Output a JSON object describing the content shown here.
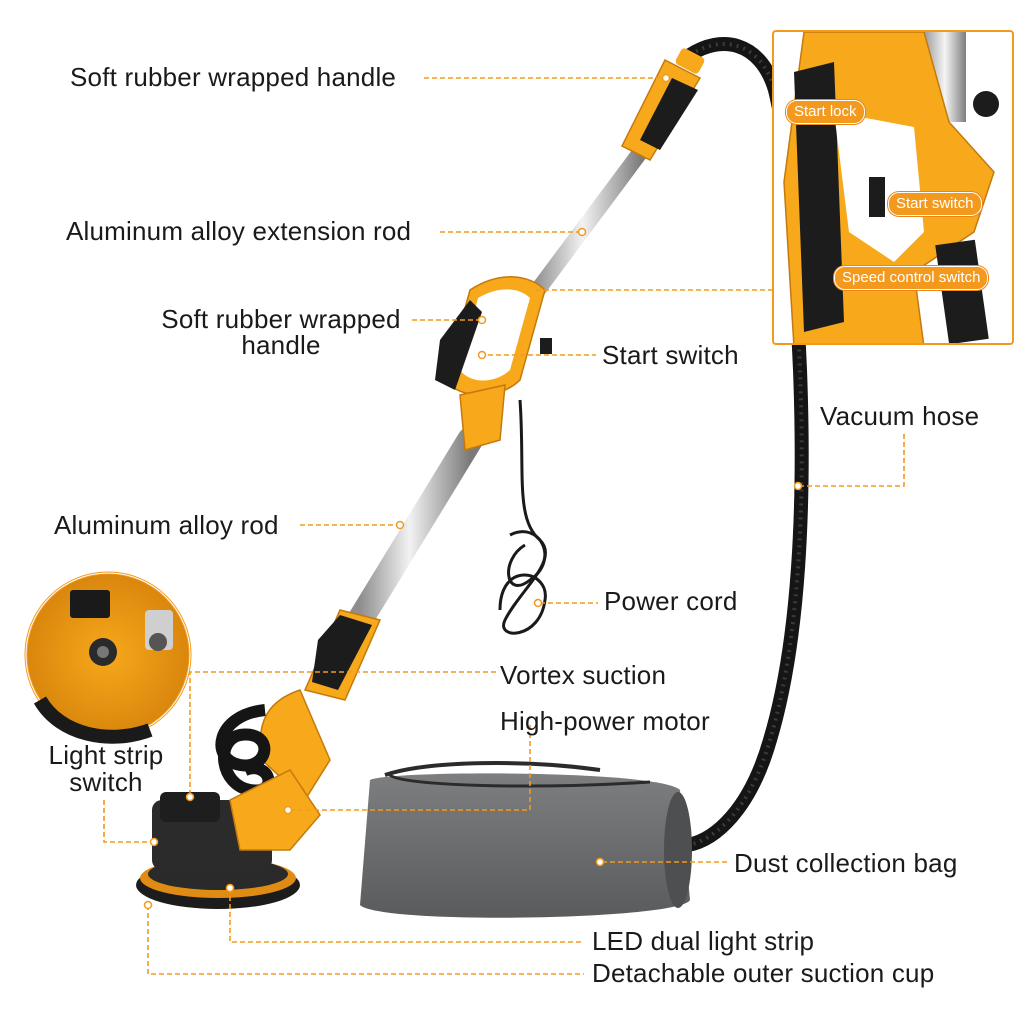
{
  "labels": {
    "handle_top": "Soft rubber wrapped handle",
    "ext_rod": "Aluminum alloy extension rod",
    "handle_mid_1": "Soft rubber wrapped",
    "handle_mid_2": "handle",
    "start_switch": "Start switch",
    "vacuum_hose": "Vacuum hose",
    "alu_rod": "Aluminum alloy rod",
    "power_cord": "Power cord",
    "vortex": "Vortex suction",
    "motor": "High-power motor",
    "light_strip_1": "Light strip",
    "light_strip_2": "switch",
    "dust_bag": "Dust collection bag",
    "led": "LED dual light strip",
    "outer_cup": "Detachable outer suction cup"
  },
  "inset_tags": {
    "start_lock": "Start lock",
    "start_switch": "Start switch",
    "speed_control": "Speed control switch"
  },
  "colors": {
    "accent_orange": "#f39a1e",
    "tool_yellow": "#f7a81b",
    "rubber_black": "#1c1c1c",
    "bag_gray": "#6d6e70"
  }
}
